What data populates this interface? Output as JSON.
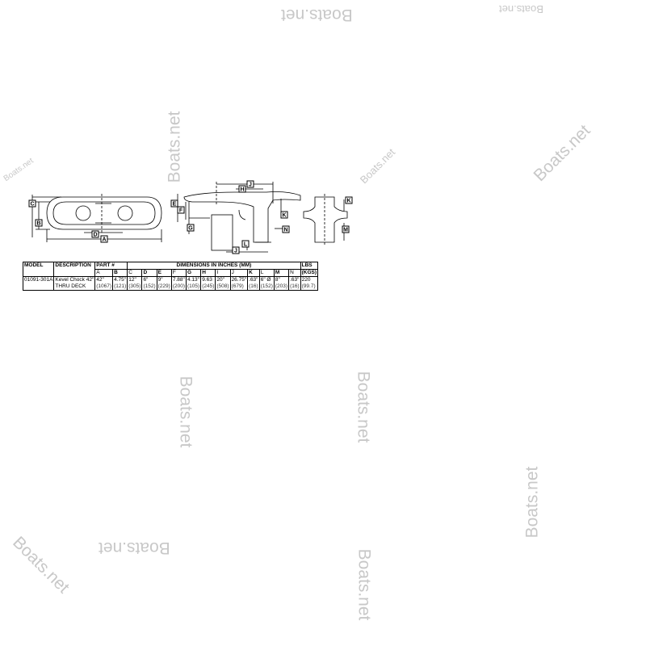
{
  "watermark": "Boats.net",
  "labels": {
    "front": [
      "C",
      "B",
      "D",
      "A"
    ],
    "side": [
      "J",
      "H",
      "E",
      "F",
      "K",
      "G",
      "N",
      "L",
      "J"
    ],
    "section": [
      "K",
      "M"
    ]
  },
  "table": {
    "headers": {
      "model": "MODEL",
      "description": "DESCRIPTION",
      "part": "PART #",
      "dimensions": "DIMENSIONS IN INCHES (MM)",
      "lbs": "LBS",
      "kgs": "(KGS)"
    },
    "columns": [
      "A",
      "B",
      "C",
      "D",
      "E",
      "F",
      "G",
      "H",
      "I",
      "J",
      "K",
      "L",
      "M",
      "N"
    ],
    "row": {
      "model": "01091-301A",
      "description_line1": "Kevel Chock 42\"",
      "description_line2": "THRU DECK",
      "inches": [
        "42\"",
        "4.75\"",
        "12\"",
        "6\"",
        "9\"",
        "7.88\"",
        "4.13\"",
        "9.63",
        "20\"",
        "26.75\"",
        ".63\"",
        "6\" Ø",
        "8\"",
        ".63\""
      ],
      "mm": [
        "(1067)",
        "(121)",
        "(305)",
        "(152)",
        "(229)",
        "(200)",
        "(105)",
        "(245)",
        "(508)",
        "(679)",
        "(16)",
        "(152)",
        "(203)",
        "(16)"
      ],
      "lbs": "220",
      "kgs": "(99.7)"
    }
  }
}
